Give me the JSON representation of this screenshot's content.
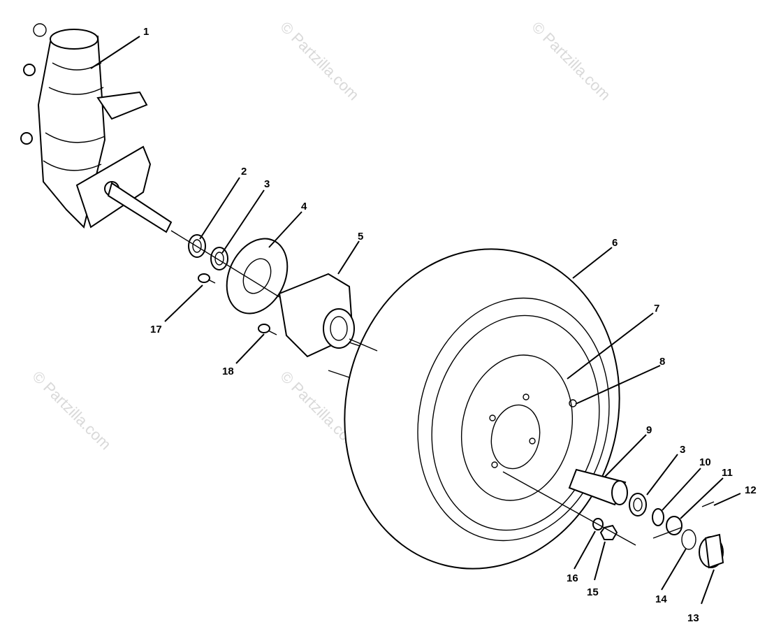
{
  "watermark": {
    "text": "© Partzilla.com"
  },
  "callouts": [
    {
      "id": "1",
      "label": "1"
    },
    {
      "id": "2",
      "label": "2"
    },
    {
      "id": "3a",
      "label": "3"
    },
    {
      "id": "4",
      "label": "4"
    },
    {
      "id": "5",
      "label": "5"
    },
    {
      "id": "6",
      "label": "6"
    },
    {
      "id": "7",
      "label": "7"
    },
    {
      "id": "8",
      "label": "8"
    },
    {
      "id": "9",
      "label": "9"
    },
    {
      "id": "3b",
      "label": "3"
    },
    {
      "id": "10",
      "label": "10"
    },
    {
      "id": "11",
      "label": "11"
    },
    {
      "id": "12",
      "label": "12"
    },
    {
      "id": "13",
      "label": "13"
    },
    {
      "id": "14",
      "label": "14"
    },
    {
      "id": "15",
      "label": "15"
    },
    {
      "id": "16",
      "label": "16"
    },
    {
      "id": "17",
      "label": "17"
    },
    {
      "id": "18",
      "label": "18"
    }
  ],
  "colors": {
    "line": "#000000",
    "background": "#ffffff",
    "watermark": "#d9d9d9"
  }
}
